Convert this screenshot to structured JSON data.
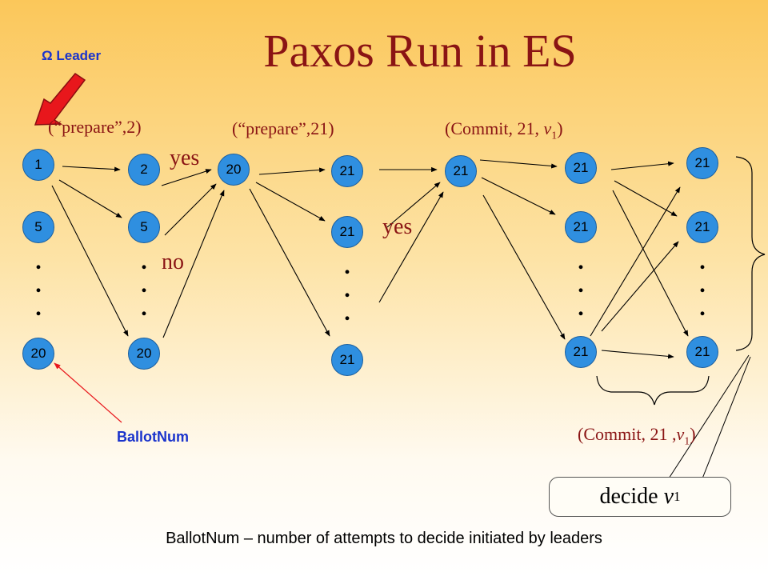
{
  "title": "Paxos Run in ES",
  "leader_label": "Ω Leader",
  "ballotnum_label": "BallotNum",
  "labels": {
    "prepare_2": "(“prepare”,2)",
    "prepare_21": "(“prepare”,21)",
    "commit_top_prefix": "(Commit, 21, ",
    "commit_top_var": "v",
    "commit_top_sub": "1",
    "commit_top_suffix": ")",
    "commit_bottom_prefix": "(Commit, 21 ,",
    "commit_bottom_var": "v",
    "commit_bottom_sub": "1",
    "commit_bottom_suffix": ")",
    "yes_1": "yes",
    "yes_2": "yes",
    "no": "no",
    "decide_prefix": "decide ",
    "decide_var": "v",
    "decide_sub": "1"
  },
  "nodes": {
    "c1_top": "1",
    "c1_mid": "5",
    "c1_bot": "20",
    "c2_top": "2",
    "c2_mid": "5",
    "c2_bot": "20",
    "c3_top": "20",
    "c4_top": "21",
    "c4_mid": "21",
    "c4_bot": "21",
    "c5_top": "21",
    "c6_top": "21",
    "c6_mid": "21",
    "c6_bot": "21",
    "c7_top": "21",
    "c7_mid": "21",
    "c7_bot": "21"
  },
  "ellipsis": ". . .",
  "footer": "BallotNum – number of attempts to decide initiated by leaders",
  "colors": {
    "title": "#8a1414",
    "node": "#2f8fe0",
    "label_blue": "#1a33cc",
    "leader_arrow": "#e8171c"
  }
}
